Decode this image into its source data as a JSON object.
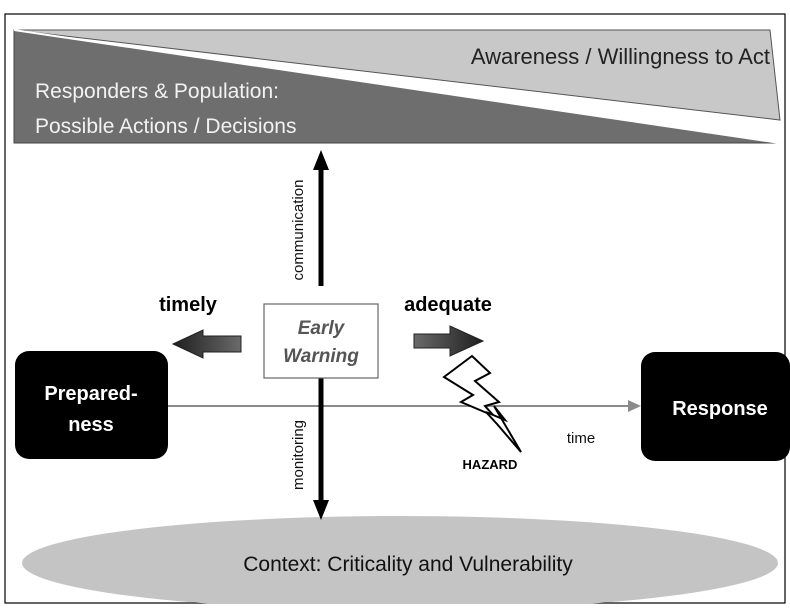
{
  "banner": {
    "top_text": "Awareness / Willingness  to Act",
    "bottom_line1": "Responders & Population:",
    "bottom_line2": "Possible Actions / Decisions"
  },
  "center_box": {
    "line1": "Early",
    "line2": "Warning"
  },
  "arrows": {
    "up_label": "communication",
    "down_label": "monitoring",
    "left_label": "timely",
    "right_label": "adequate"
  },
  "timeline": {
    "left_box_line1": "Prepared-",
    "left_box_line2": "ness",
    "right_box": "Response",
    "axis_label": "time"
  },
  "hazard": {
    "label": "HAZARD"
  },
  "context": {
    "label": "Context: Criticality and Vulnerability"
  },
  "colors": {
    "banner_light": "#c8c8c8",
    "banner_dark": "#6e6e6e",
    "box_black": "#000000",
    "arrow_dark": "#3a3a3a",
    "ellipse": "#c4c4c4"
  }
}
